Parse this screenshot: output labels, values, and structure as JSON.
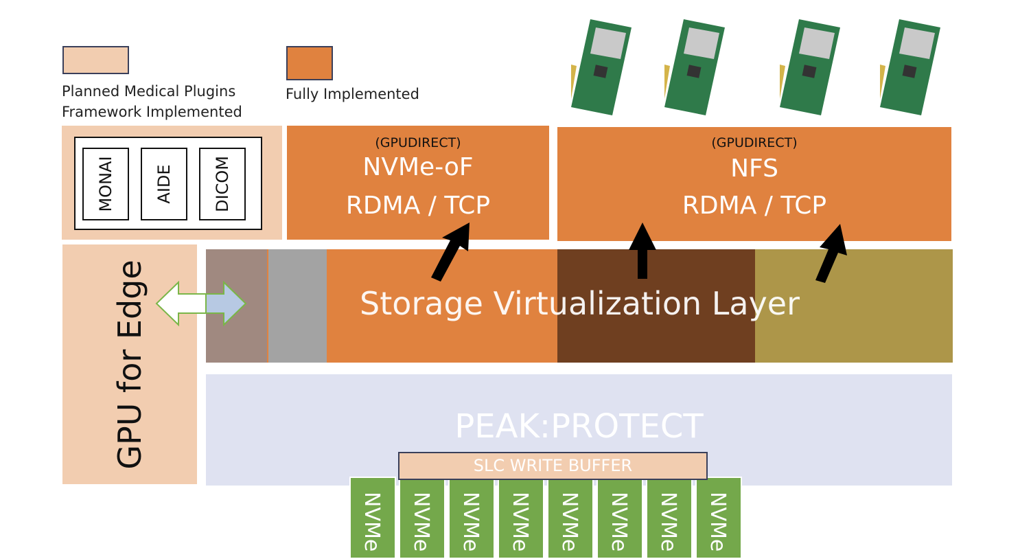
{
  "legend": {
    "planned_line1": "Planned Medical Plugins",
    "planned_line2": "Framework Implemented",
    "implemented": "Fully Implemented"
  },
  "plugins": [
    "MONAI",
    "AIDE",
    "DICOM"
  ],
  "nvmeof": {
    "tag": "(GPUDIRECT)",
    "line1": "NVMe-oF",
    "line2": "RDMA / TCP"
  },
  "nfs": {
    "tag": "(GPUDIRECT)",
    "line1": "NFS",
    "line2": "RDMA / TCP"
  },
  "gpu_edge": "GPU for Edge",
  "storage_layer": "Storage Virtualization Layer",
  "peak_protect": "PEAK:PROTECT",
  "slc_buffer": "SLC WRITE BUFFER",
  "nvme_label": "NVMe",
  "colors": {
    "orange": "#e0823f",
    "peach": "#f2cdb0",
    "brown": "#6f3f20",
    "olive": "#ad9649",
    "mauve": "#a08980",
    "gray": "#a3a3a3",
    "lavender": "#dfe2f1",
    "nvme_green": "#74a84b"
  }
}
